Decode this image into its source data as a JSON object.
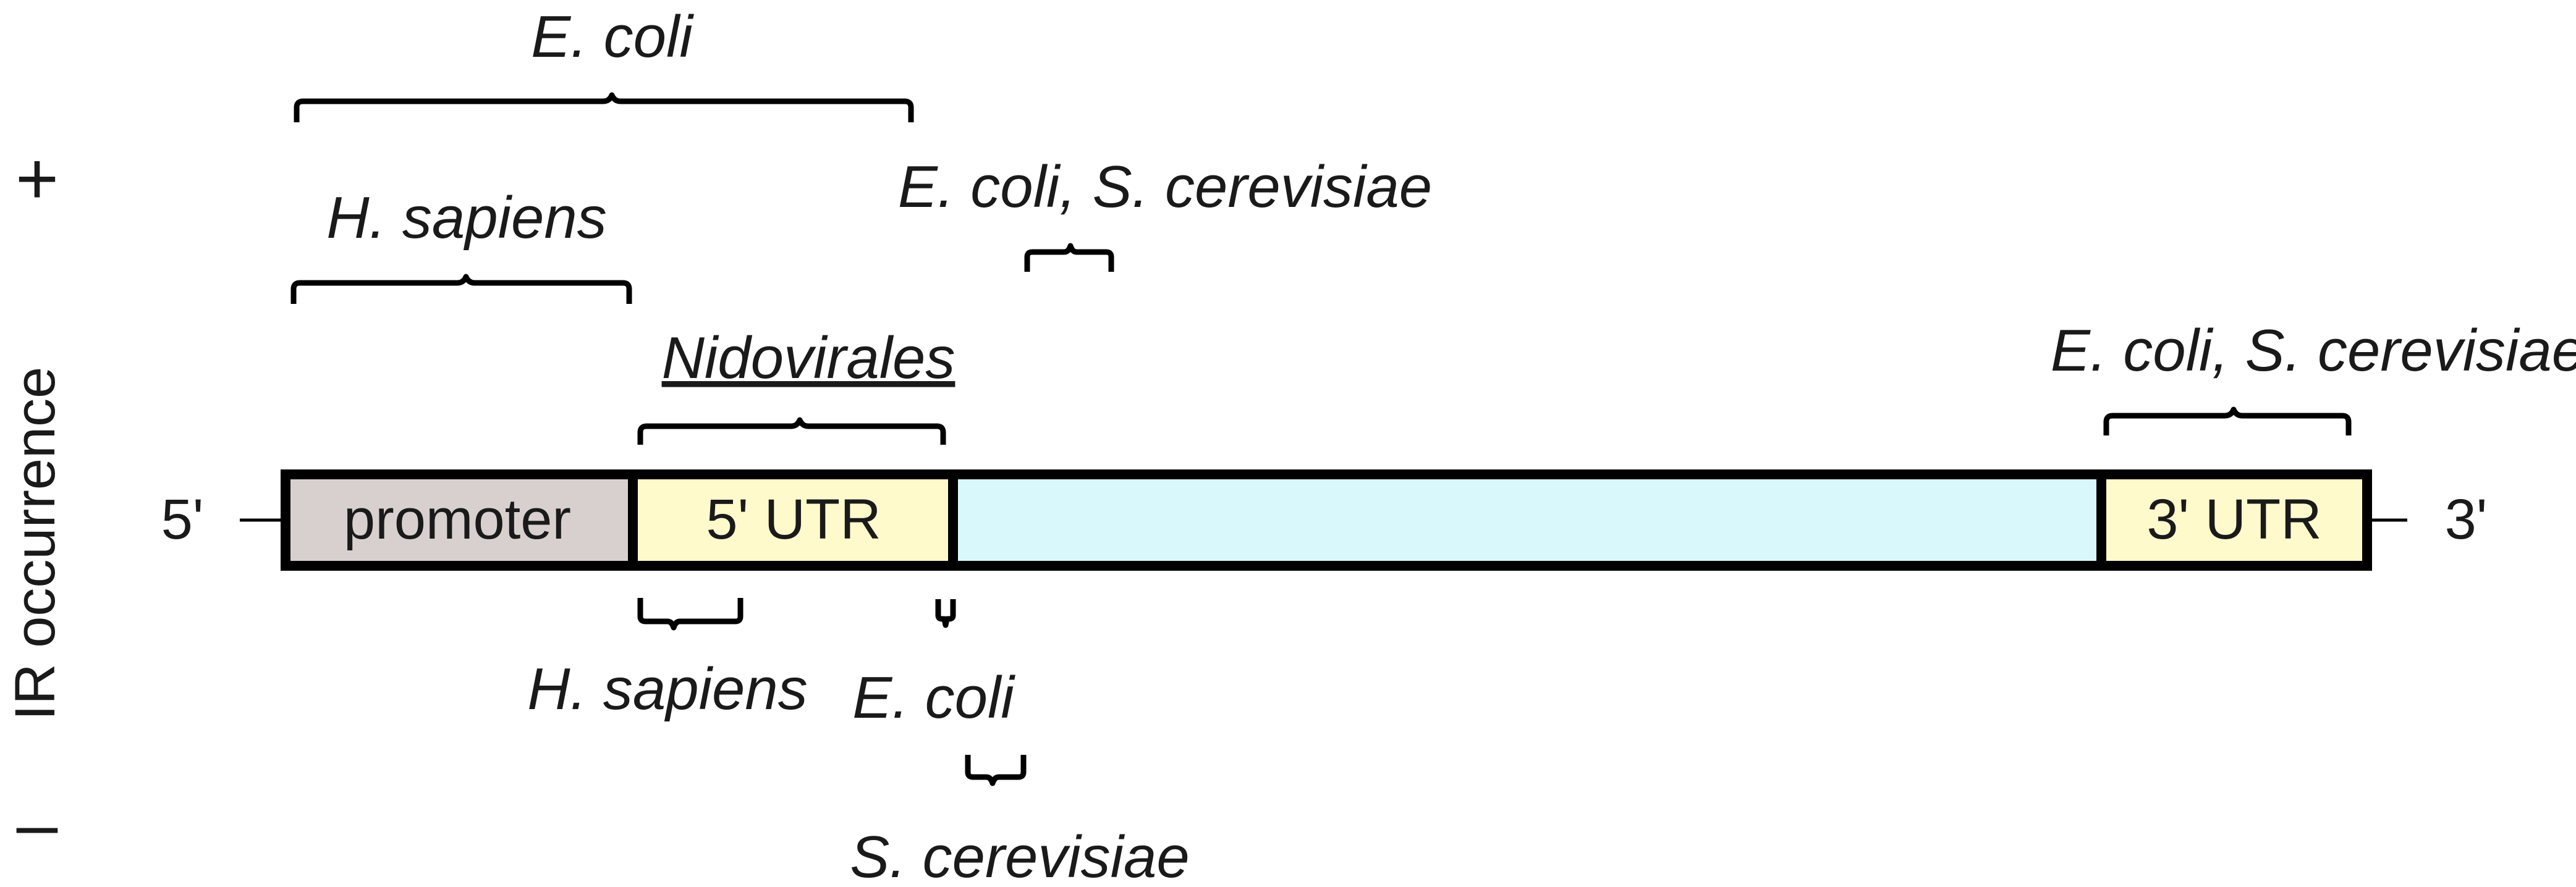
{
  "axis": {
    "title": "IR occurrence",
    "plus_label": "+",
    "minus_label": "–"
  },
  "strand": {
    "five_prime": "5'",
    "three_prime": "3'"
  },
  "segments": {
    "promoter": {
      "label": "promoter",
      "color": "#d8d0cf"
    },
    "five_utr": {
      "label": "5' UTR",
      "color": "#fffacb"
    },
    "coding": {
      "label": "",
      "color": "#d9f8fb"
    },
    "three_utr": {
      "label": "3' UTR",
      "color": "#fffacb"
    }
  },
  "annotations": {
    "ecoli_top": "E. coli",
    "hsapiens_top": "H. sapiens",
    "ecoli_scer_mid": "E. coli, S. cerevisiae",
    "nidovirales": "Nidovirales",
    "ecoli_scer_right": "E. coli, S. cerevisiae",
    "hsapiens_bottom": "H. sapiens",
    "ecoli_bottom": "E. coli",
    "scer_bottom": "S. cerevisiae"
  }
}
